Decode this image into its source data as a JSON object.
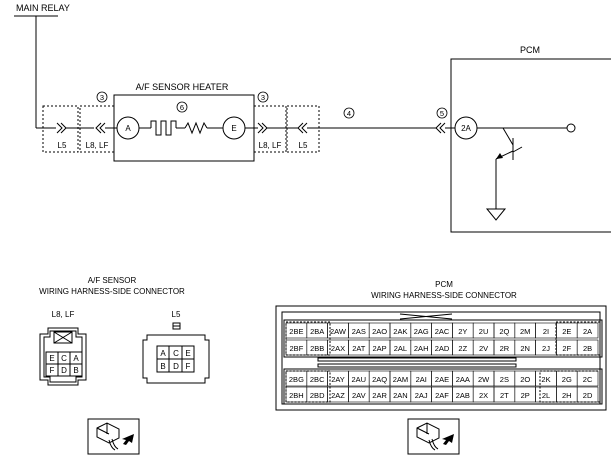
{
  "schematic": {
    "main_relay": "MAIN RELAY",
    "heater_title": "A/F SENSOR HEATER",
    "pcm": "PCM",
    "terminal_a": "A",
    "terminal_e": "E",
    "terminal_2a": "2A",
    "markers": {
      "m3": "3",
      "m4": "4",
      "m5": "5",
      "m6": "6"
    },
    "conn_l5": "L5",
    "conn_l8lf": "L8, LF"
  },
  "af_connectors": {
    "title_line1": "A/F SENSOR",
    "title_line2": "WIRING HARNESS-SIDE CONNECTOR",
    "l8lf_label": "L8, LF",
    "l5_label": "L5",
    "l8lf_pins": [
      [
        "E",
        "C",
        "A"
      ],
      [
        "F",
        "D",
        "B"
      ]
    ],
    "l5_pins": [
      [
        "A",
        "C",
        "E"
      ],
      [
        "B",
        "D",
        "F"
      ]
    ]
  },
  "pcm_connector": {
    "title_line1": "PCM",
    "title_line2": "WIRING HARNESS-SIDE CONNECTOR",
    "upper_rows": [
      [
        "2BE",
        "2BA",
        "2AW",
        "2AS",
        "2AO",
        "2AK",
        "2AG",
        "2AC",
        "2Y",
        "2U",
        "2Q",
        "2M",
        "2I",
        "2E",
        "2A"
      ],
      [
        "2BF",
        "2BB",
        "2AX",
        "2AT",
        "2AP",
        "2AL",
        "2AH",
        "2AD",
        "2Z",
        "2V",
        "2R",
        "2N",
        "2J",
        "2F",
        "2B"
      ]
    ],
    "lower_rows": [
      [
        "2BG",
        "2BC",
        "2AY",
        "2AU",
        "2AQ",
        "2AM",
        "2AI",
        "2AE",
        "2AA",
        "2W",
        "2S",
        "2O",
        "2K",
        "2G",
        "2C"
      ],
      [
        "2BH",
        "2BD",
        "2AZ",
        "2AV",
        "2AR",
        "2AN",
        "2AJ",
        "2AF",
        "2AB",
        "2X",
        "2T",
        "2P",
        "2L",
        "2H",
        "2D"
      ]
    ]
  }
}
